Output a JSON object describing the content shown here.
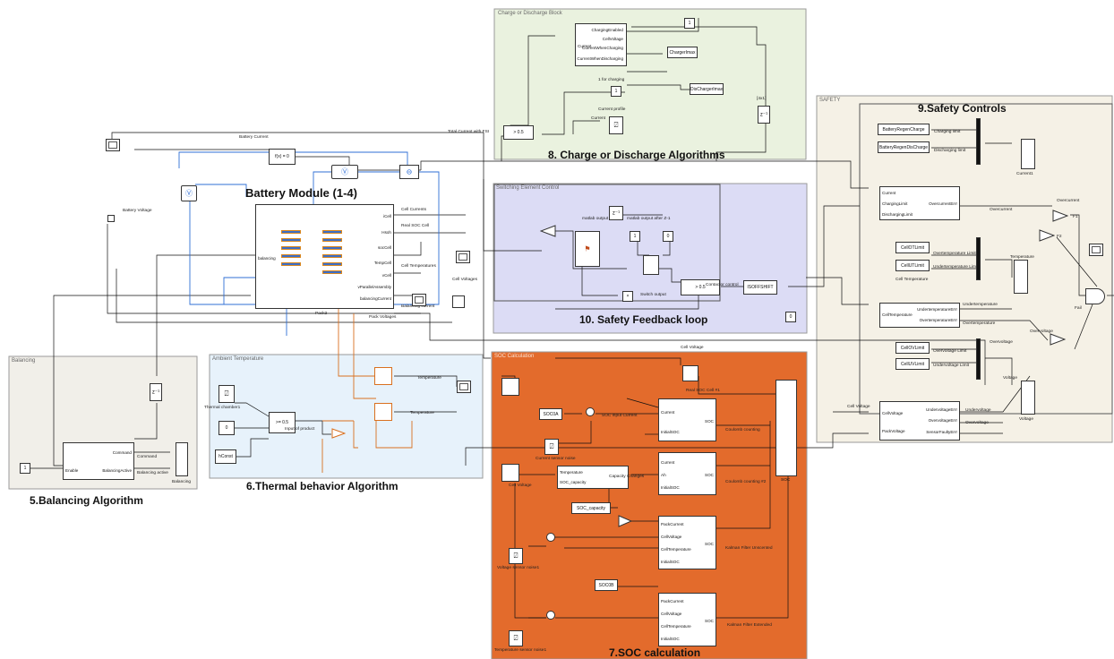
{
  "regions": {
    "charge": {
      "title": "Charge or Discharge Block",
      "caption": "8. Charge or Discharge Algorithms"
    },
    "switching": {
      "title": "Switching Element Control",
      "caption": "10. Safety Feedback loop"
    },
    "safety": {
      "title": "SAFETY",
      "caption": "9.Safety Controls"
    },
    "balancing": {
      "title": "Balancing",
      "caption": "5.Balancing Algorithm"
    },
    "ambient": {
      "title": "Ambient Temperature",
      "caption": "6.Thermal behavior Algorithm"
    },
    "soc": {
      "title": "SOC Calculation",
      "caption": "7.SOC calculation"
    },
    "battery": {
      "caption": "Battery Module (1-4)",
      "pack_label": "Pack2"
    }
  },
  "charge_block": {
    "ports": [
      "ChargingEnabled",
      "CellVoltage",
      "CurrentWhenCharging",
      "CurrentWhenDischarging",
      "Current"
    ],
    "const_one": "1",
    "charger_imax": "ChargerImax",
    "discharger_imax": "DisChargerImax",
    "for_charging": "1 for charging",
    "const_one_b": "1",
    "current_profile": "Current profile",
    "current_port": "Current",
    "threshold": "> 0.5",
    "total_current": "Total Current with FSI",
    "delay": "z⁻¹",
    "delay_label": "[4x1]"
  },
  "battery": {
    "battery_current": "Battery Current",
    "battery_voltage": "Battery Voltage",
    "solver": "f(x) = 0",
    "ports_out": [
      "iCell",
      "Hsoh",
      "socCell",
      "TempCell",
      "vCell",
      "vParallelAssembly",
      "balancingCurrent"
    ],
    "port_in": "balancing",
    "labels": [
      "Cell Currents",
      "Real SOC Cell",
      "Cell Temperatures",
      "Cell Voltages",
      "Balancing current",
      "Pack Voltages"
    ]
  },
  "switching_block": {
    "delay": "z⁻¹",
    "matlab_output": "matlab output",
    "matlab_output_after": "matlab output after Z-1",
    "const_a": "1",
    "const_b": "0",
    "switch_output": "Switch output",
    "contactor_control": "Contactor control",
    "threshold": "> 0.5",
    "open_shift": "ISOFFSHIFT",
    "const_c": "0"
  },
  "safety_block": {
    "regen_charge": "BatteryRegenCharge",
    "regen_discharge": "BatteryRegenDisCharge",
    "charging_limit": "Charging limit",
    "discharging_limit": "Discharging limit",
    "current1": "Current1",
    "overcurrent_ports": [
      "Current",
      "ChargingLimit",
      "DischargingLimit"
    ],
    "overcurrent_err": "OvercurrentErrr",
    "overcurrent": "Overcurrent",
    "cell_ot": "CellOTLimit",
    "cell_ut": "CellUTLimit",
    "ot_limit": "Overtemperature Limit",
    "ut_limit": "Undertemperature Limit",
    "temperature": "Temperature",
    "cell_temperature": "Cell Temperature",
    "temp_ports": [
      "CellTemperature"
    ],
    "temp_errs": [
      "UndertemperatureErrr",
      "OvertemperatureErrr"
    ],
    "undertemperature": "Undertemperature",
    "overtemperature": "Overtemperature",
    "fail": "Fail",
    "cell_ov": "CellOVLimit",
    "cell_uv": "CellUVLimit",
    "ov_limit": "Overvoltage Limit",
    "uv_limit": "Undervoltage Limit",
    "voltage": "Voltage",
    "cell_voltage": "Cell Voltage",
    "volt_ports": [
      "CellVoltage",
      "PackVoltage"
    ],
    "volt_errs": [
      "UndervoltageErrr",
      "OvervoltageErrr",
      "SensorFaultyErrr"
    ],
    "undervoltage": "Undervoltage",
    "overvoltage": "Overvoltage",
    "ground": "F1",
    "f2": "F2"
  },
  "balancing_block": {
    "const": "1",
    "enable": "Enable",
    "command": "Command",
    "balancing_active": "BalancingActive",
    "command_out": "Command",
    "balancing_active_label": "Balancing active",
    "delay": "z⁻¹",
    "scope": "Balancing"
  },
  "ambient_block": {
    "thermal_chamber": "Thermal chamber1",
    "const_zero": "0",
    "tconst": "hConst",
    "threshold": ">= 0.5",
    "input_of_product": "Input of product",
    "temperature": "Temperature",
    "temperature2": "Temperature"
  },
  "soc_block": {
    "cell_voltage": "Cell Voltage",
    "real_soc": "Real SOC Cell #1",
    "soc0a": "SOC0A",
    "soc_input_current": "SOC input Current",
    "current_sensor_noise": "Current sensor noise",
    "cc_ports": [
      "Current",
      "InitialSOC"
    ],
    "cc_name": "Coulomb counting",
    "cc2_ports": [
      "Current",
      "Ah",
      "InitialSOC"
    ],
    "cc2_name": "Coulomb counting #2",
    "capacity_ports": [
      "Temperature",
      "SOC_capacity"
    ],
    "capacity_change": "Capacity Changes",
    "soc_capacity": "SOC_capacity",
    "cell_voltage2": "Cell Voltage",
    "ekf_ports": [
      "PackCurrent",
      "CellVoltage",
      "CellTemperature",
      "InitialSOC"
    ],
    "ekf_name": "Kalman Filter Unscented",
    "ekf2_name": "Kalman Filter Extended",
    "voltage_noise": "Voltage sensor noise1",
    "soc0b": "SOC0B",
    "temp_noise": "Temperature sensor noise1",
    "soc": "SOC",
    "soc_scope": "SOC"
  }
}
